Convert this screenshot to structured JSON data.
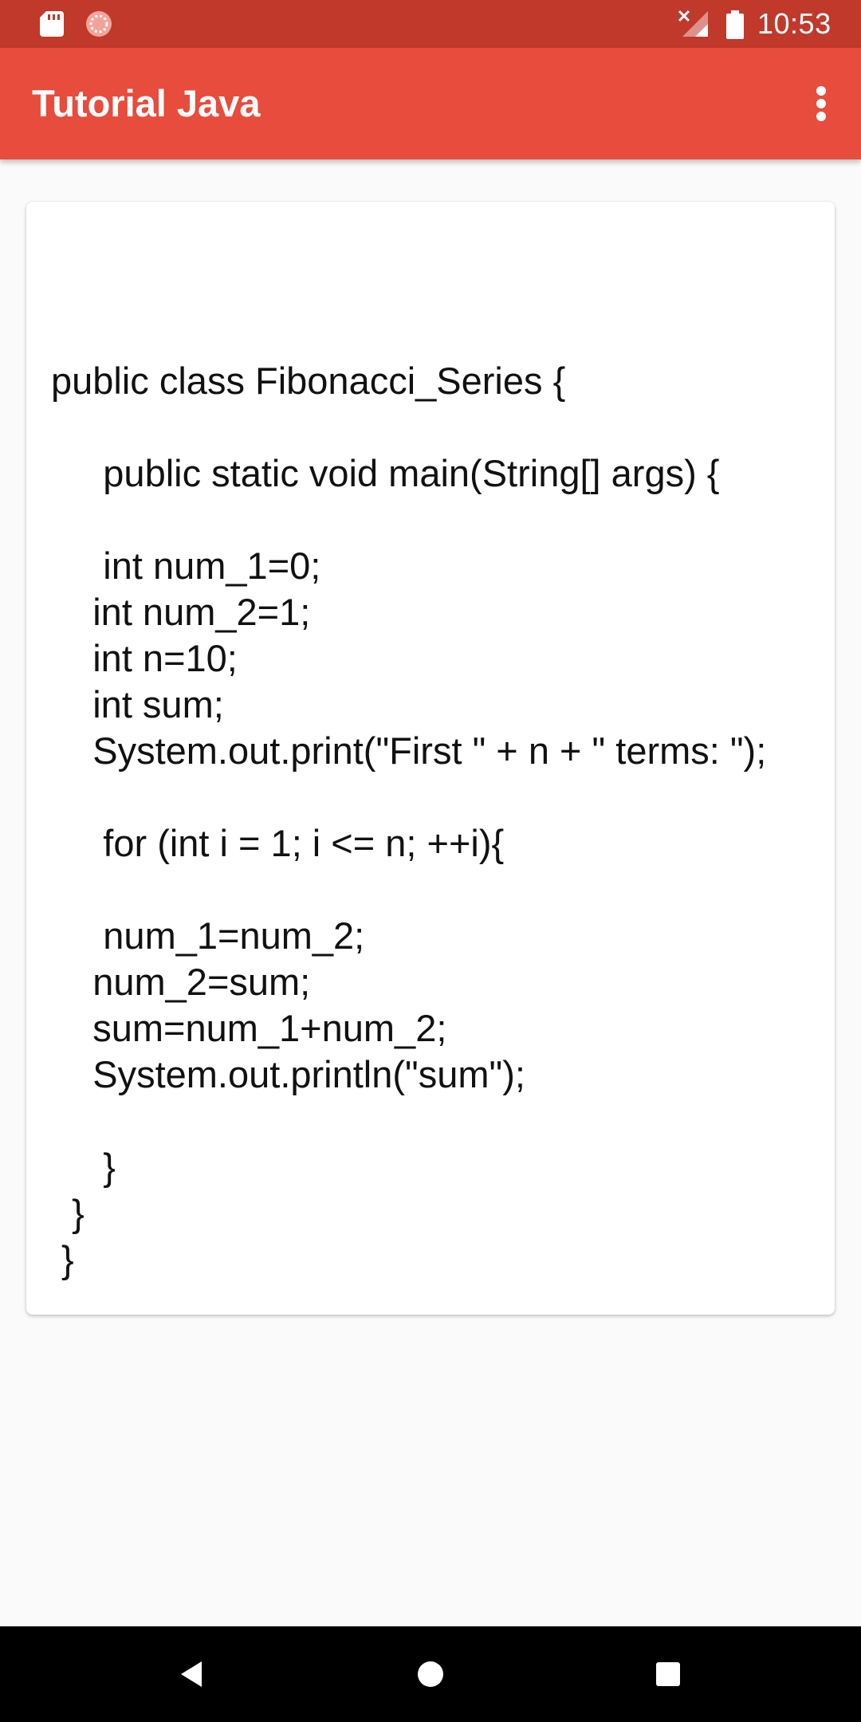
{
  "status_bar": {
    "time": "10:53",
    "icons": [
      "sd-card-icon",
      "sync-icon",
      "signal-off-icon",
      "battery-icon"
    ]
  },
  "app_bar": {
    "title": "Tutorial Java",
    "overflow_icon": "more-vert-icon"
  },
  "content": {
    "code_lines": [
      "",
      "public class Fibonacci_Series {",
      "",
      "     public static void main(String[] args) {",
      "",
      "     int num_1=0;",
      "    int num_2=1;",
      "    int n=10;",
      "    int sum;",
      "    System.out.print(\"First \" + n + \" terms: \");",
      "",
      "     for (int i = 1; i <= n; ++i){",
      "",
      "     num_1=num_2;",
      "    num_2=sum;",
      "    sum=num_1+num_2;",
      "    System.out.println(\"sum\");",
      "",
      "     }",
      "  }",
      " }"
    ]
  },
  "nav_bar": {
    "icons": [
      "back-icon",
      "home-icon",
      "recents-icon"
    ]
  },
  "colors": {
    "status_bar": "#c0392b",
    "app_bar": "#e74c3c",
    "background": "#fafafa",
    "card": "#ffffff",
    "nav_bar": "#000000"
  }
}
